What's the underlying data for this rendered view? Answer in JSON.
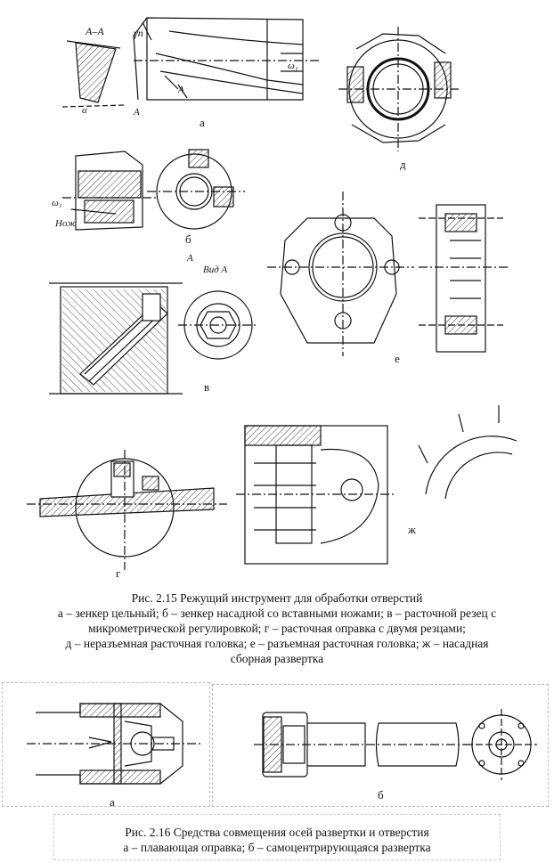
{
  "figure_2_15": {
    "panel_labels": [
      "а",
      "б",
      "в",
      "г",
      "д",
      "е",
      "ж"
    ],
    "drawing_text": {
      "section": "A–A",
      "gamma": "γп",
      "omega_a": "ω₁",
      "omega_b": "ω₁",
      "knife": "Нож",
      "view": "Вид А",
      "arrow_a1": "А",
      "arrow_a2": "А",
      "arrow_v": "А",
      "alpha": "α"
    },
    "caption": {
      "title": "Рис. 2.15 Режущий инструмент для обработки отверстий",
      "line1": "а – зенкер цельный; б – зенкер насадной со вставными ножами; в – расточной резец с",
      "line2": "микрометрической регулировкой; г – расточная оправка с двумя резцами;",
      "line3": "д – неразъемная расточная головка; е – разъемная расточная головка; ж – насадная",
      "line4": "сборная развертка"
    }
  },
  "figure_2_16": {
    "panel_labels": [
      "а",
      "б"
    ],
    "caption": {
      "title": "Рис. 2.16 Средства совмещения осей развертки и отверстия",
      "line1": "а – плавающая оправка; б – самоцентрирующаяся развертка"
    }
  }
}
